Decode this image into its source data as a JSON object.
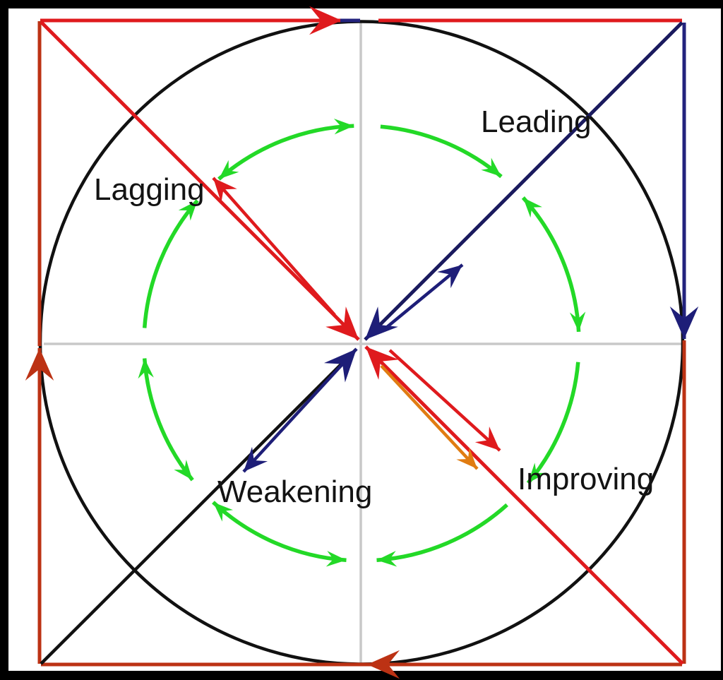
{
  "diagram": {
    "type": "quadrant-rotation-diagram",
    "labels": {
      "top_right": "Leading",
      "top_left": "Lagging",
      "bottom_left": "Weakening",
      "bottom_right": "Improving"
    },
    "rotation_direction": "clockwise",
    "quadrant_order_clockwise": [
      "Leading",
      "Weakening",
      "Lagging",
      "Improving"
    ]
  },
  "colors": {
    "red": "#df1a1d",
    "darkred": "#bc3214",
    "navy": "#1e1e78",
    "navyedge": "#23237d",
    "navydiag": "#1a1a5e",
    "ink": "#111111",
    "green": "#23d927",
    "orange": "#e07c12",
    "gray": "#c8c8c8",
    "frame": "#000000",
    "bg": "#ffffff"
  }
}
